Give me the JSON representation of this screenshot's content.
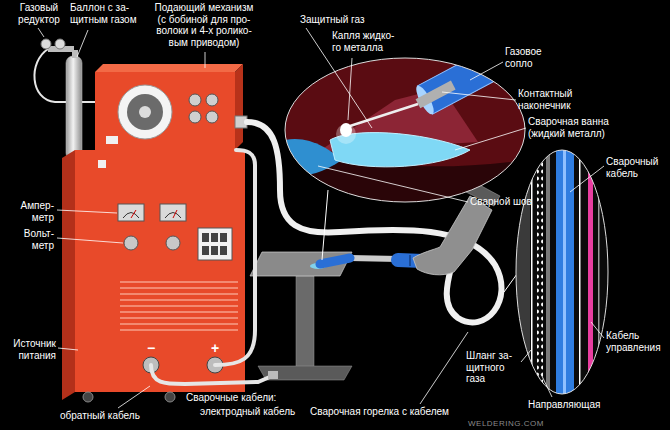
{
  "diagram": {
    "labels": [
      "Газовый редуктор",
      "Баллон с за- щитным газом",
      "Подающий механизм (с бобиной для про- волоки и 4-х ролико- вым приводом)",
      "Защитный газ",
      "Капля жидко- го металла",
      "Газовое сопло",
      "Контактный наконечник",
      "Сварочная ванна (жидкий металл)",
      "Сварочный кабель",
      "Сварной шов",
      "Ампер- метр",
      "Вольт- метр",
      "Источник питания",
      "−",
      "+",
      "обратный кабель",
      "Сварочные кабели:",
      "электродный кабель",
      "Сварочная горелка с кабелем",
      "Шланг за- щитного газа",
      "Кабель управления",
      "Направляющая",
      "WELDERING.COM"
    ]
  }
}
